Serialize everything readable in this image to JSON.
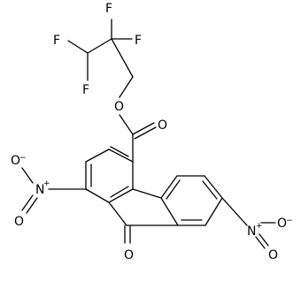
{
  "molecule": {
    "labels": {
      "F1": "F",
      "F2": "F",
      "F3": "F",
      "F4": "F",
      "O_ester": "O",
      "O_carbonyl_ester": "O",
      "O_ketone": "O",
      "N_left": "N",
      "N_right": "N",
      "O_left_up": "O",
      "O_left_down": "O",
      "O_right_up": "O",
      "O_right_down": "O",
      "plus_left": "+",
      "plus_right": "+",
      "minus_left": "−",
      "minus_right": "−"
    }
  }
}
